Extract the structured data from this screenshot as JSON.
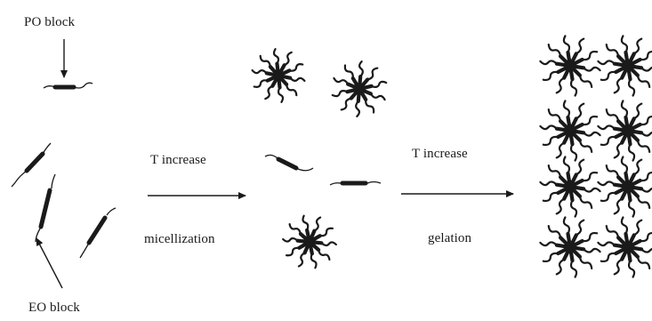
{
  "labels": {
    "po_block": "PO block",
    "eo_block": "EO block",
    "step1_top": "T increase",
    "step1_bottom": "micellization",
    "step2_top": "T increase",
    "step2_bottom": "gelation"
  },
  "colors": {
    "ink": "#1a1a1a",
    "background": "#ffffff"
  }
}
